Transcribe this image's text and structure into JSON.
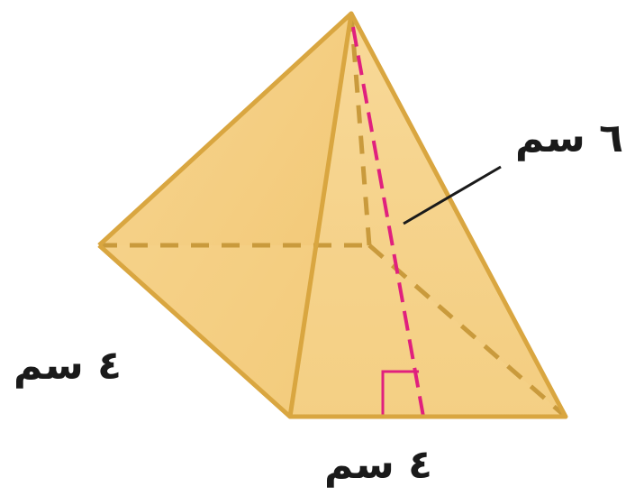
{
  "labels": {
    "slant_height": "٦ سم",
    "side_left": "٤ سم",
    "side_bottom": "٤ سم"
  },
  "colors": {
    "face_light": "#fbe3ae",
    "face_mid": "#f5cf84",
    "face_dark": "#eebf68",
    "edge": "#d9a640",
    "hidden_edge": "#c99a3c",
    "slant_height_line": "#e0207e",
    "leader_line": "#1a1a1a",
    "label_text": "#1a1a1a"
  }
}
